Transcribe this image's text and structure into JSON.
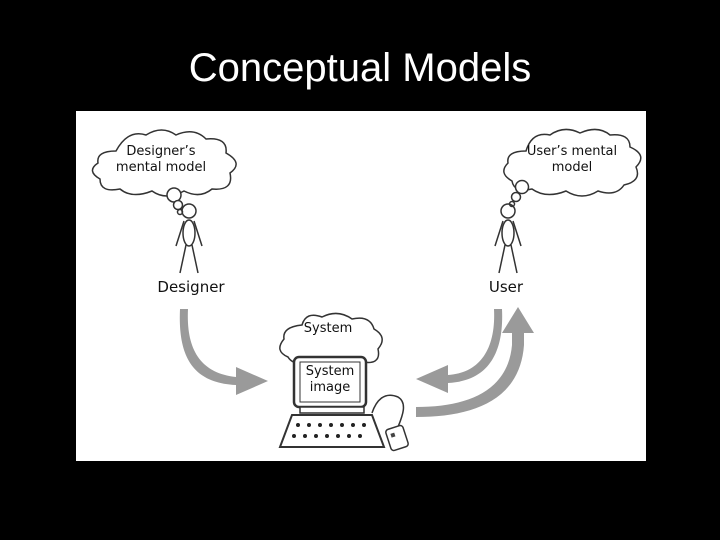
{
  "slide": {
    "title": "Conceptual Models"
  },
  "diagram": {
    "designer_cloud": {
      "line1": "Designer’s",
      "line2": "mental model"
    },
    "user_cloud": {
      "line1": "User’s mental",
      "line2": "model"
    },
    "designer_label": "Designer",
    "user_label": "User",
    "system_cloud": "System",
    "screen": {
      "line1": "System",
      "line2": "image"
    }
  }
}
